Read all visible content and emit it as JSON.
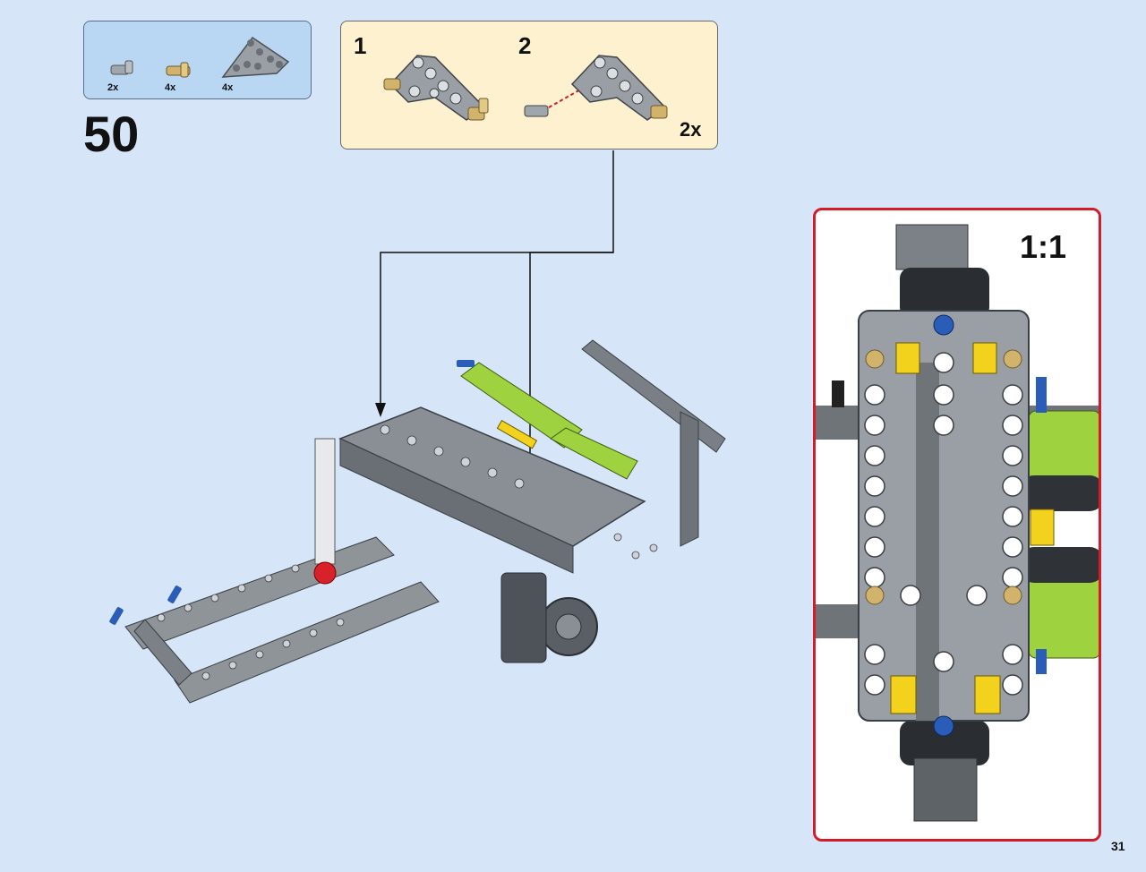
{
  "parts_list": {
    "items": [
      {
        "qty": "2x",
        "icon": "pin-with-stop-icon",
        "color": "#9fa6ad"
      },
      {
        "qty": "4x",
        "icon": "tan-axle-pin-icon",
        "color": "#d2b36b"
      },
      {
        "qty": "4x",
        "icon": "triangle-liftarm-icon",
        "color": "#9a9fa5"
      }
    ]
  },
  "step": {
    "number": "50"
  },
  "sub_steps": {
    "items": [
      {
        "number": "1"
      },
      {
        "number": "2"
      }
    ],
    "multiplier": "2x"
  },
  "scale_view": {
    "label": "1:1"
  },
  "page": {
    "number": "31"
  },
  "colors": {
    "page_bg": "#d6e6f8",
    "parts_bg": "#b9d7f3",
    "substep_bg": "#fdf1cf",
    "scale_border": "#d21d28",
    "lime": "#9ed33f",
    "blue_pin": "#2a5db8",
    "yellow": "#f2d21d",
    "red": "#d8222a"
  }
}
